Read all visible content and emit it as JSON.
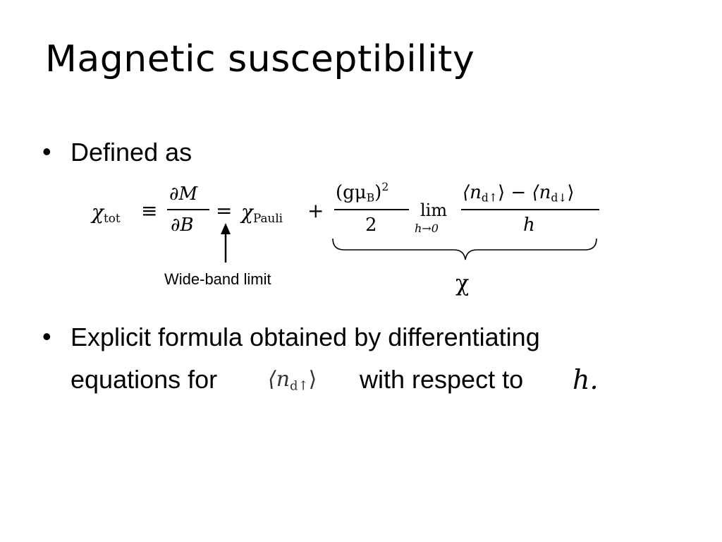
{
  "slide": {
    "title": "Magnetic susceptibility",
    "bullet_char": "•",
    "bullet1": "Defined as",
    "bullet2_line1": "Explicit formula obtained by differentiating",
    "bullet2_line2_prefix": "equations for",
    "bullet2_line2_suffix": "with respect to",
    "bullet2_var": "h.",
    "annotation": "Wide-band limit",
    "brace_label": "χ"
  },
  "equation": {
    "lhs_symbol": "χ",
    "lhs_sub": "tot",
    "equiv": "≡",
    "dM": "∂M",
    "dB": "∂B",
    "equals": "=",
    "chi": "χ",
    "pauli_sub": "Pauli",
    "plus": "+",
    "gmu_num": "(gμ",
    "gmu_sub": "B",
    "gmu_close": ")",
    "gmu_sup": "2",
    "two": "2",
    "lim": "lim",
    "lim_sub": "h→0",
    "nd_up_open": "⟨n",
    "nd_up_sub": "d↑",
    "nd_close": "⟩",
    "minus": "−",
    "nd_dn_open": "⟨n",
    "nd_dn_sub": "d↓",
    "h_den": "h"
  },
  "inline": {
    "nd_open": "⟨n",
    "nd_sub": "d↑",
    "nd_close": "⟩"
  }
}
